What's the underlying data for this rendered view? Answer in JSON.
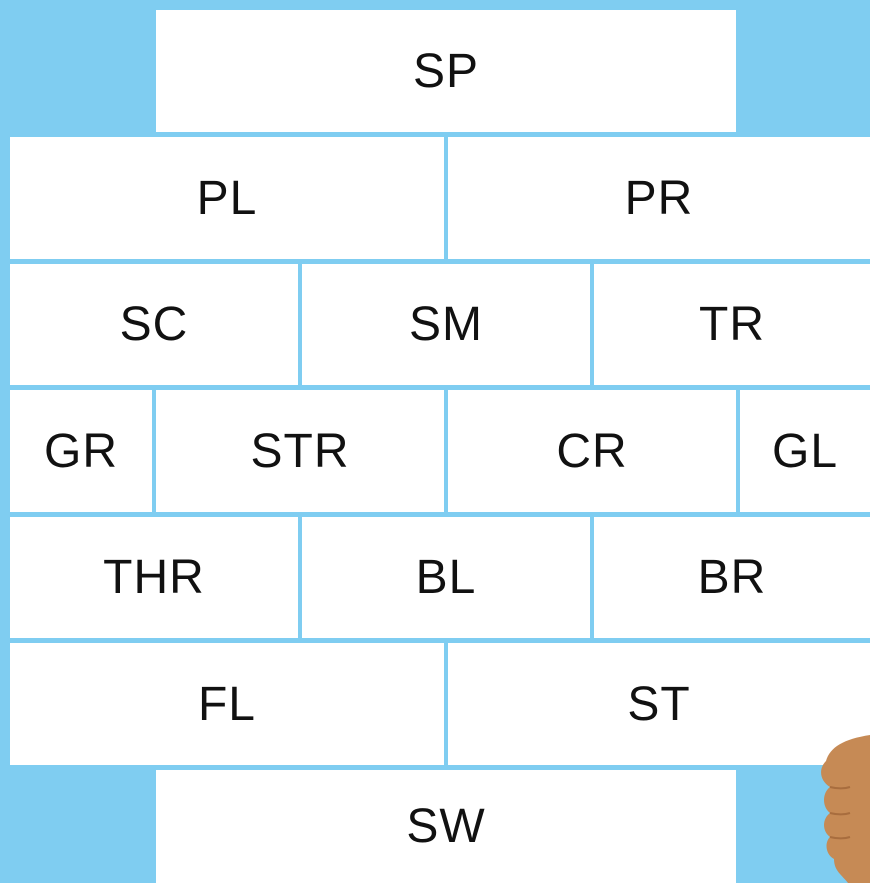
{
  "wall": {
    "bricks": {
      "sp": "SP",
      "pl": "PL",
      "pr": "PR",
      "sc": "SC",
      "sm": "SM",
      "tr": "TR",
      "gr": "GR",
      "str": "STR",
      "cr": "CR",
      "gl": "GL",
      "thr": "THR",
      "bl": "BL",
      "br": "BR",
      "fl": "FL",
      "st": "ST",
      "sw": "SW"
    }
  },
  "colors": {
    "background": "#7fcdf1",
    "brick": "#ffffff",
    "text": "#111111",
    "hand": "#c68a55"
  },
  "icons": {
    "hand": "hand-icon"
  }
}
